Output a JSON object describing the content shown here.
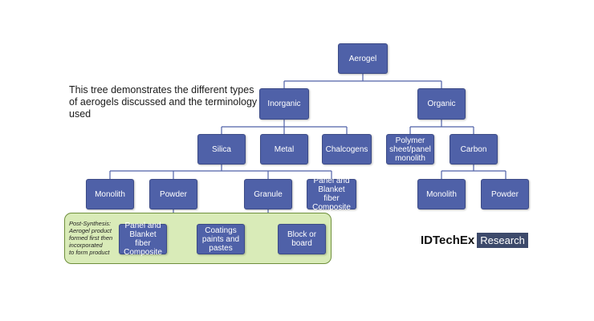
{
  "caption": "This tree demonstrates the different types of aerogels discussed and the terminology used",
  "colors": {
    "node_fill": "#4f61a8",
    "line": "#4f61a8",
    "group_fill": "#d9ebb8"
  },
  "nodes": {
    "aerogel": "Aerogel",
    "inorganic": "Inorganic",
    "organic": "Organic",
    "silica": "Silica",
    "metal": "Metal",
    "chalcogens": "Chalcogens",
    "polymer": "Polymer\nsheet/panel\nmonolith",
    "carbon": "Carbon",
    "monolith": "Monolith",
    "powder": "Powder",
    "granule": "Granule",
    "panel_blanket_top": "Panel and\nBlanket fiber\nComposite",
    "carbon_monolith": "Monolith",
    "carbon_powder": "Powder",
    "panel_blanket_post": "Panel and\nBlanket fiber\nComposite",
    "coatings": "Coatings\npaints and\npastes",
    "block_board": "Block or\nboard"
  },
  "post_synthesis_note": "Post-Synthesis:\nAerogel product\nformed first then\nincorporated\nto form product",
  "logo": {
    "brand": "IDTechEx",
    "tag": "Research"
  }
}
